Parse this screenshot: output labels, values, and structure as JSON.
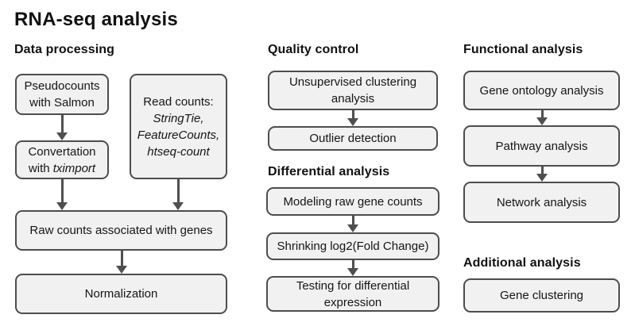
{
  "title": "RNA-seq analysis",
  "headings": {
    "data_processing": "Data processing",
    "quality_control": "Quality control",
    "differential_analysis": "Differential analysis",
    "functional_analysis": "Functional analysis",
    "additional_analysis": "Additional analysis"
  },
  "boxes": {
    "pseudocounts": {
      "line1": "Pseudocounts",
      "line2": "with Salmon"
    },
    "read_counts": {
      "line1": "Read counts:",
      "line2": "StringTie,",
      "line3": "FeatureCounts,",
      "line4": "htseq-count"
    },
    "convertation": {
      "line1": "Convertation",
      "line2_prefix": "with ",
      "line2_italic": "tximport"
    },
    "raw_counts": {
      "label": "Raw counts associated with genes"
    },
    "normalization": {
      "label": "Normalization"
    },
    "unsupervised": {
      "label": "Unsupervised clustering analysis"
    },
    "outlier": {
      "label": "Outlier detection"
    },
    "modeling": {
      "label": "Modeling raw gene counts"
    },
    "shrinking": {
      "label": "Shrinking log2(Fold Change)"
    },
    "testing": {
      "label": "Testing for differential expression"
    },
    "gene_ontology": {
      "label": "Gene ontology analysis"
    },
    "pathway": {
      "label": "Pathway analysis"
    },
    "network": {
      "label": "Network analysis"
    },
    "gene_clustering": {
      "label": "Gene clustering"
    }
  },
  "colors": {
    "background": "#ffffff",
    "box_fill": "#f1f1f1",
    "box_border": "#4d4d4d",
    "arrow": "#4f4f4f",
    "text": "#111111"
  }
}
